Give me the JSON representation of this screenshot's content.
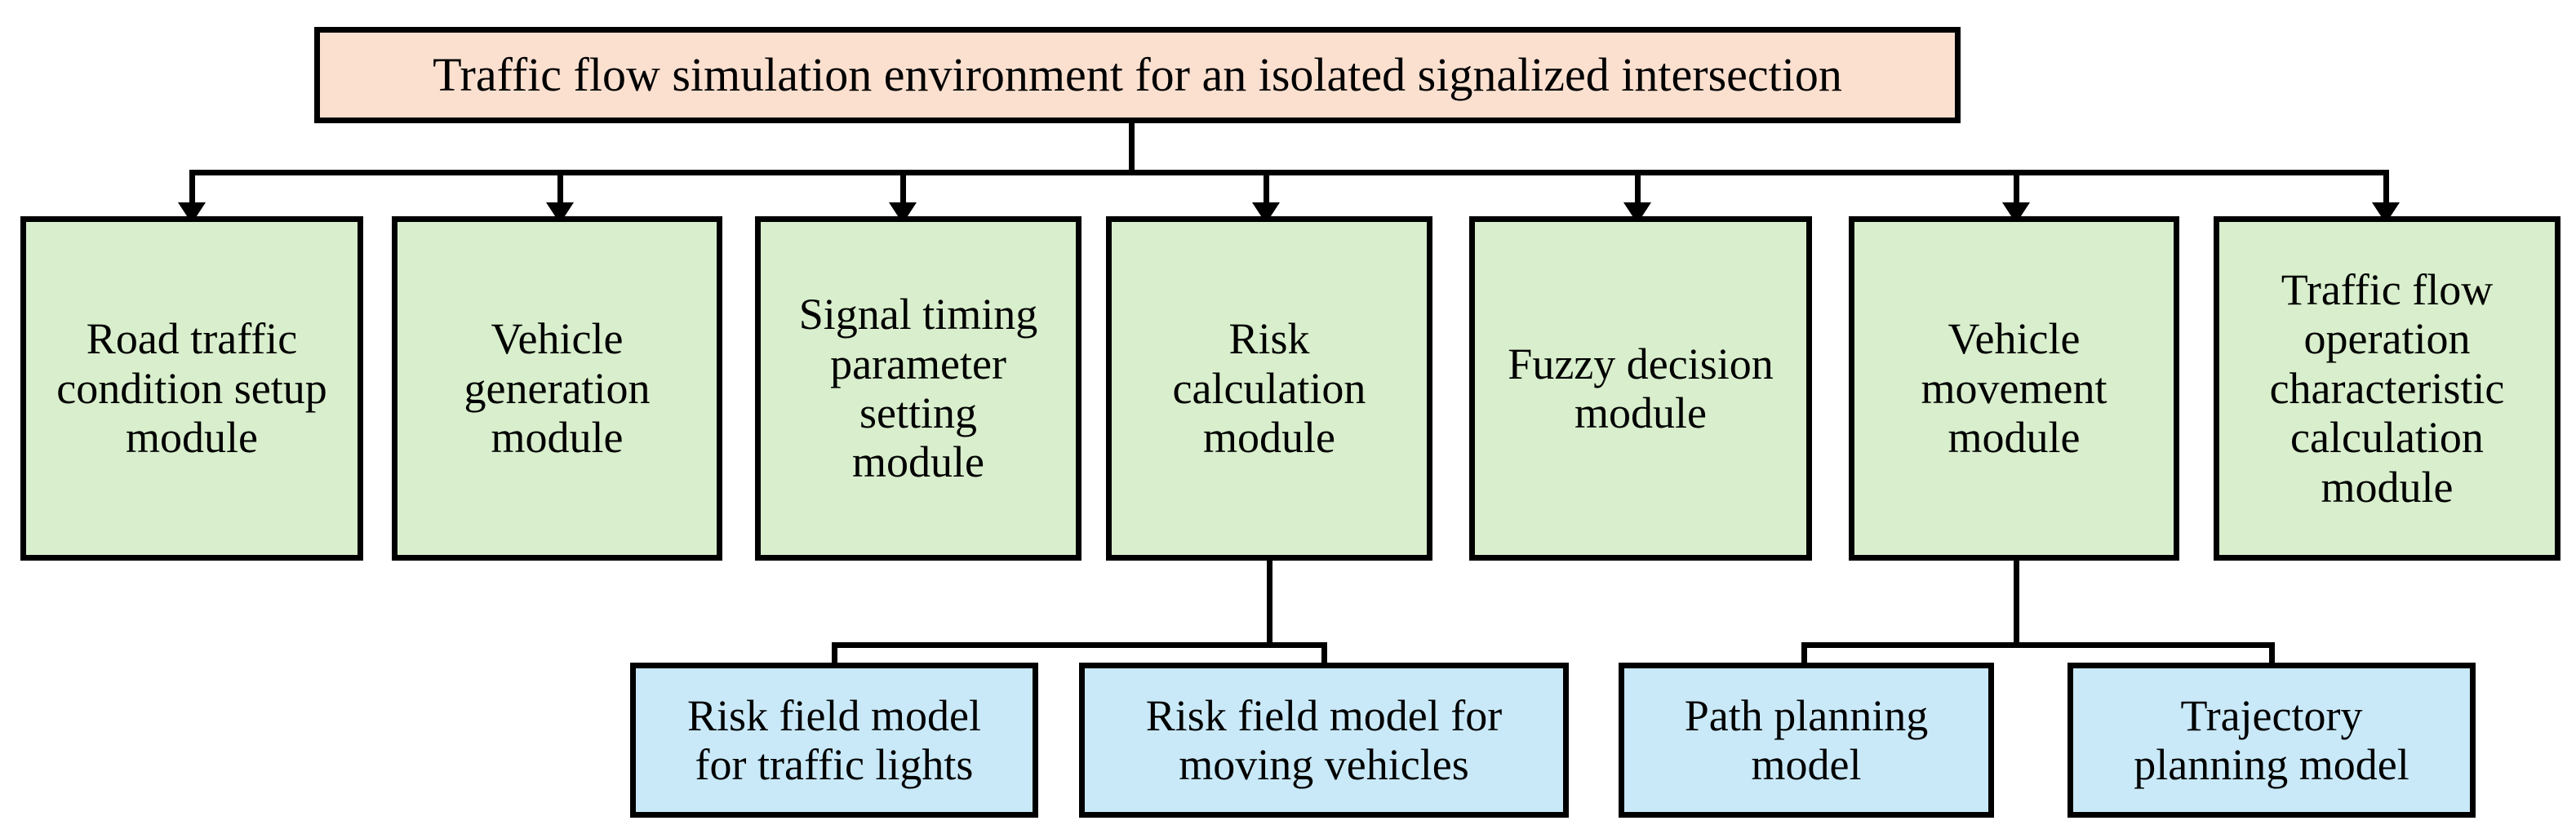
{
  "diagram": {
    "title_box": {
      "label": "Traffic flow simulation environment for an isolated signalized intersection",
      "fill": "#fbe0d0"
    },
    "module_fill": "#d8eecc",
    "model_fill": "#c9e9f8",
    "line_color": "#000000",
    "modules": [
      {
        "id": "road-traffic-condition-setup-module",
        "label": "Road traffic\ncondition setup\nmodule"
      },
      {
        "id": "vehicle-generation-module",
        "label": "Vehicle\ngeneration\nmodule"
      },
      {
        "id": "signal-timing-parameter-setting-module",
        "label": "Signal timing\nparameter\nsetting\nmodule"
      },
      {
        "id": "risk-calculation-module",
        "label": "Risk\ncalculation\nmodule"
      },
      {
        "id": "fuzzy-decision-module",
        "label": "Fuzzy decision\nmodule"
      },
      {
        "id": "vehicle-movement-module",
        "label": "Vehicle\nmovement\nmodule"
      },
      {
        "id": "traffic-flow-operation-characteristic-calculation-module",
        "label": "Traffic flow\noperation\ncharacteristic\ncalculation\nmodule"
      }
    ],
    "models": [
      {
        "id": "risk-field-model-for-traffic-lights",
        "label": "Risk field model\nfor traffic lights",
        "parent": "risk-calculation-module"
      },
      {
        "id": "risk-field-model-for-moving-vehicles",
        "label": "Risk field model for\nmoving vehicles",
        "parent": "risk-calculation-module"
      },
      {
        "id": "path-planning-model",
        "label": "Path planning\nmodel",
        "parent": "vehicle-movement-module"
      },
      {
        "id": "trajectory-planning-model",
        "label": "Trajectory\nplanning model",
        "parent": "vehicle-movement-module"
      }
    ]
  }
}
